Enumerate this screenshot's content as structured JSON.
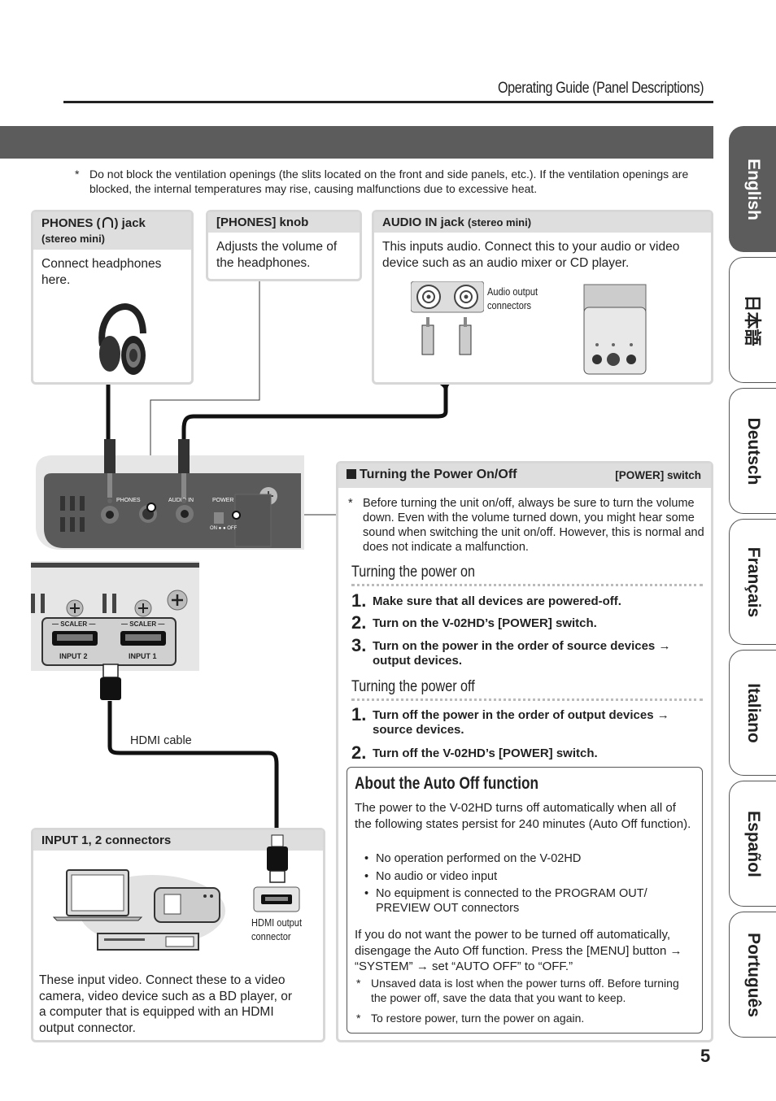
{
  "header": {
    "title": "Operating Guide (Panel Descriptions)"
  },
  "ventilation_note": {
    "asterisk": "*",
    "text": "Do not block the ventilation openings (the slits located on the front and side panels, etc.). If the ventilation openings are blocked, the internal temperatures may rise, causing malfunctions due to excessive heat."
  },
  "phones_card": {
    "title_a": "PHONES (",
    "title_b": ") jack",
    "subtitle": "(stereo mini)",
    "body": "Connect headphones here."
  },
  "knob_card": {
    "title": "[PHONES] knob",
    "body": "Adjusts the volume of the headphones."
  },
  "audio_card": {
    "title": "AUDIO IN jack",
    "subtitle": "(stereo mini)",
    "body": "This inputs audio. Connect this to your audio or video device such as an audio mixer or CD player.",
    "connector_label_1": "Audio output",
    "connector_label_2": "connectors"
  },
  "device_panel": {
    "phones": "PHONES",
    "audio_in": "AUDIO IN",
    "power": "POWER",
    "on_off": "ON ● ● OFF"
  },
  "hdmi_panel": {
    "scaler_1": "SCALER",
    "scaler_2": "SCALER",
    "input_2": "INPUT 2",
    "input_1": "INPUT 1"
  },
  "hdmi_cable_label": "HDMI cable",
  "input_card": {
    "title": "INPUT 1, 2 connectors",
    "hdmi_label_1": "HDMI output",
    "hdmi_label_2": "connector",
    "body": "These input video. Connect these to a video camera, video device such as a BD player, or a computer that is equipped with an HDMI output connector."
  },
  "power_section": {
    "title": "Turning the Power On/Off",
    "tag": "[POWER] switch",
    "note": "Before turning the unit on/off, always be sure to turn the volume down. Even with the volume turned down, you might hear some sound when switching the unit on/off. However, this is normal and does not indicate a malfunction.",
    "on_heading": "Turning the power on",
    "on_steps": [
      {
        "num": "1.",
        "text": "Make sure that all devices are powered-off."
      },
      {
        "num": "2.",
        "text": "Turn on the V-02HD’s [POWER] switch."
      },
      {
        "num": "3.",
        "text": "Turn on the power in the order of source devices → output devices."
      }
    ],
    "off_heading": "Turning the power off",
    "off_steps": [
      {
        "num": "1.",
        "text": "Turn off the power in the order of output devices → source devices."
      },
      {
        "num": "2.",
        "text": "Turn off the V-02HD’s [POWER] switch."
      }
    ]
  },
  "auto_off": {
    "title": "About the Auto Off function",
    "intro": "The power to the V-02HD turns off automatically when all of the following states persist for 240 minutes (Auto Off function).",
    "bullets": [
      "No operation performed on the V-02HD",
      "No audio or video input",
      "No equipment is connected to the PROGRAM OUT/ PREVIEW OUT connectors"
    ],
    "disable": "If you do not want the power to be turned off automatically, disengage the Auto Off function. Press the [MENU] button → “SYSTEM” → set “AUTO OFF” to “OFF.”",
    "notes": [
      "Unsaved data is lost when the power turns off. Before turning the power off, save the data that you want to keep.",
      "To restore power, turn the power on again."
    ]
  },
  "languages": [
    "English",
    "日本語",
    "Deutsch",
    "Français",
    "Italiano",
    "Español",
    "Português"
  ],
  "page_number": "5",
  "colors": {
    "band": "#5c5c5c",
    "card_border": "#d7d7d7",
    "card_head": "#dedede",
    "cable": "#111111"
  }
}
